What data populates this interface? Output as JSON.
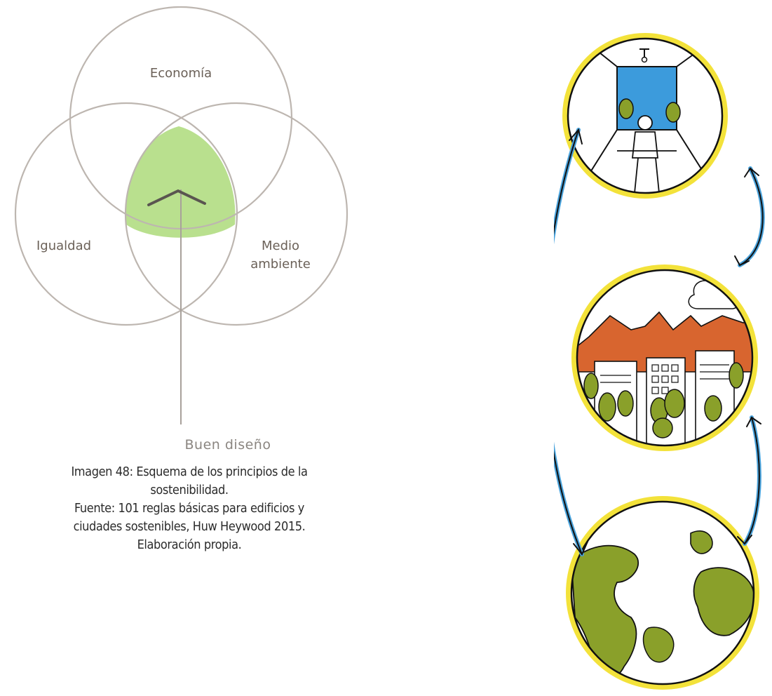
{
  "venn": {
    "economia": "Economía",
    "igualdad": "Igualdad",
    "medio_line1": "Medio",
    "medio_line2": "ambiente",
    "buen_diseno": "Buen diseño"
  },
  "caption": {
    "line1": "Imagen 48: Esquema de los principios de la",
    "line2": "sostenibilidad.",
    "line3": "Fuente: 101 reglas básicas para edificios y",
    "line4": "ciudades sostenibles, Huw Heywood 2015.",
    "line5": "Elaboración propia."
  },
  "colors": {
    "venn_stroke": "#bdb6b0",
    "center_fill": "#b9e08e",
    "sketch_yellow": "#f3e23a",
    "sky_blue": "#3c9bdc",
    "roof_orange": "#d8652f",
    "tree_green": "#8aa02a",
    "arrow_blue": "#4aa3dc"
  }
}
